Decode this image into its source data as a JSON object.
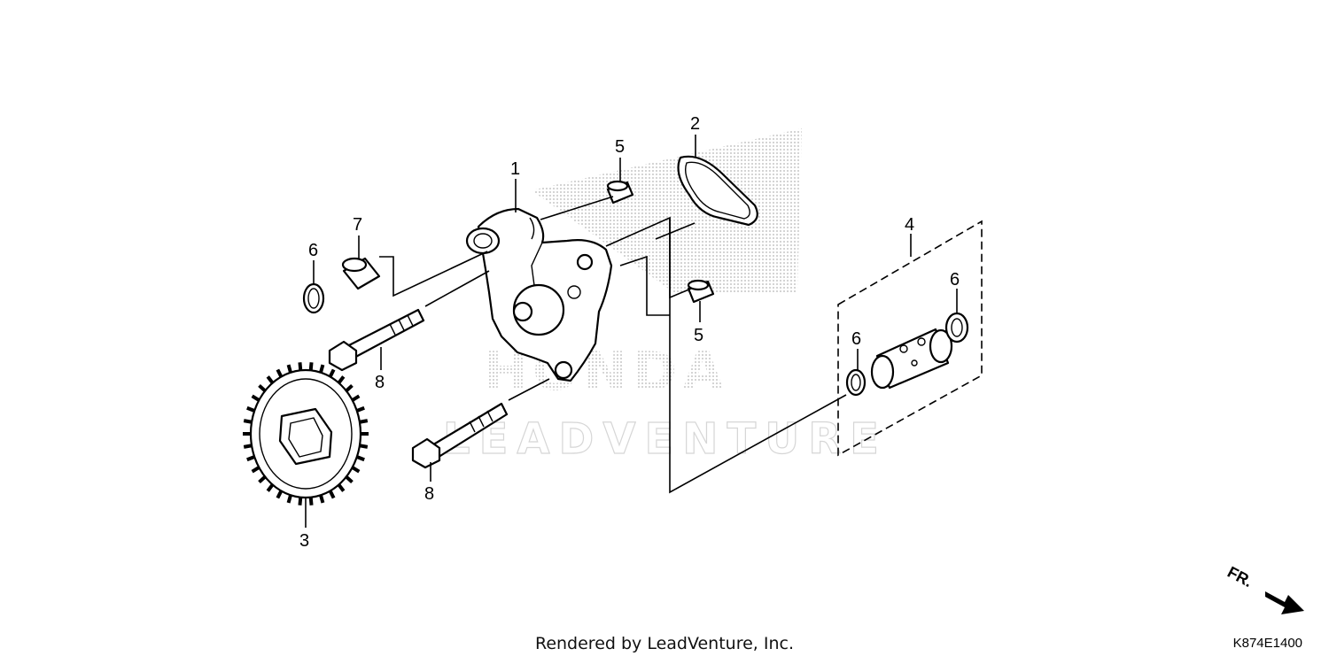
{
  "diagram": {
    "callouts": {
      "p1": "1",
      "p2": "2",
      "p3": "3",
      "p4": "4",
      "p5a": "5",
      "p5b": "5",
      "p6a": "6",
      "p6b": "6",
      "p6c": "6",
      "p7": "7",
      "p8a": "8",
      "p8b": "8"
    },
    "watermark_brand": "HONDA",
    "watermark_text": "LEADVENTURE",
    "direction_label": "FR."
  },
  "footer": {
    "credit": "Rendered by LeadVenture, Inc.",
    "diagram_code": "K874E1400"
  }
}
